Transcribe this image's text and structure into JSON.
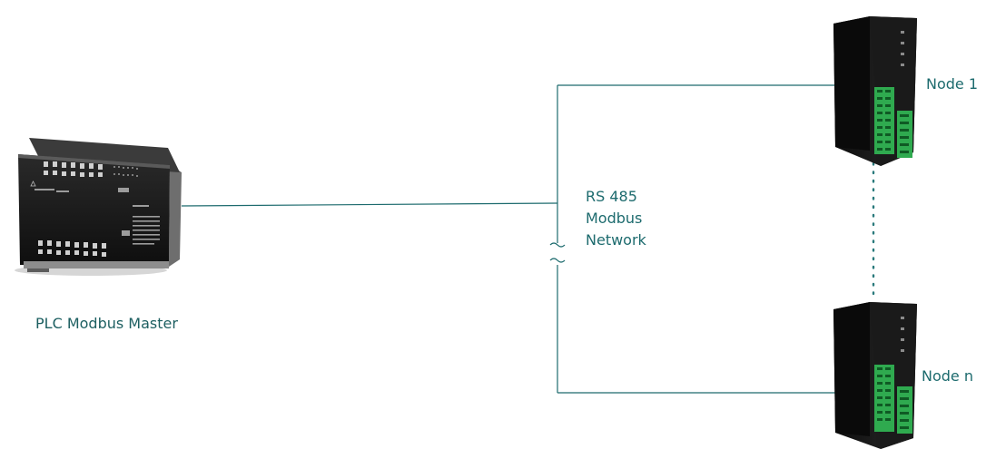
{
  "diagram": {
    "master": {
      "label": "PLC Modbus Master",
      "device_icon": "plc-device-icon"
    },
    "network": {
      "label_lines": [
        "RS 485",
        "Modbus",
        "Network"
      ],
      "break_icon": "wave-break-icon"
    },
    "nodes": [
      {
        "label": "Node 1",
        "device_icon": "modbus-node-device-icon"
      },
      {
        "label": "Node n",
        "device_icon": "modbus-node-device-icon"
      }
    ],
    "colors": {
      "line": "#1d6b6e",
      "label_text": "#1d6b6e",
      "dotted_line": "#2a7a7c",
      "device_body": "#141414",
      "terminal_green": "#2faa4f"
    }
  }
}
